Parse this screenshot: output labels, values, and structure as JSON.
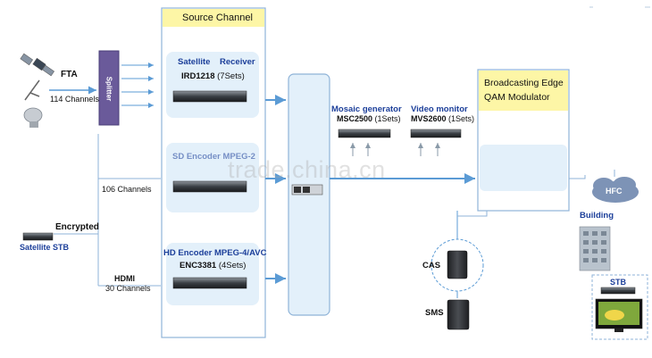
{
  "source_channel": {
    "title": "Source Channel"
  },
  "inputs": {
    "fta": "FTA",
    "fta_channels": "114 Channels",
    "splitter": "Splitter",
    "encrypted": "Encrypted",
    "satellite_stb": "Satellite STB",
    "mid_channels": "106 Channels",
    "hdmi": "HDMI",
    "hdmi_channels": "30 Channels"
  },
  "receiver": {
    "name": "Satellite    Receiver",
    "model": "IRD1218",
    "sets": "(7Sets)"
  },
  "mpeg2_encoder": {
    "name": "SD Encoder MPEG-2"
  },
  "hd_encoder": {
    "name": "HD Encoder MPEG-4/AVC",
    "model": "ENC3381",
    "sets": "(4Sets)"
  },
  "mosaic": {
    "name": "Mosaic generator",
    "model": "MSC2500",
    "sets": "(1Sets)"
  },
  "monitor": {
    "name": "Video monitor",
    "model": "MVS2600",
    "sets": "(1Sets)"
  },
  "qam": {
    "line1": "Broadcasting Edge",
    "line2": "QAM Modulator"
  },
  "cas": {
    "name": "CAS"
  },
  "sms": {
    "name": "SMS"
  },
  "hfc": {
    "name": "HFC"
  },
  "building": {
    "name": "Building"
  },
  "stb": {
    "name": "STB"
  },
  "watermark": "trade.china.cn",
  "colors": {
    "panel_fill": "#e3f0fa",
    "panel_border": "#8fb3d8",
    "header_fill": "#fdf6a6",
    "label_blue": "#1c3f9a",
    "splitter": "#6a5a9a"
  }
}
